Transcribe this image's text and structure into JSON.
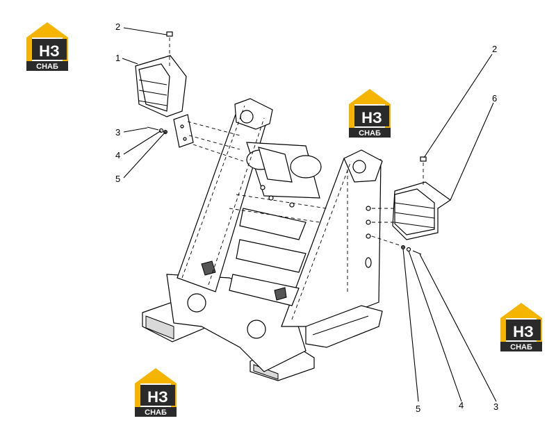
{
  "logo": {
    "letters": "НЗ",
    "word": "СНАБ",
    "colors": {
      "roof": "#f5b400",
      "dark": "#2a2a2a",
      "light": "#ffffff"
    }
  },
  "callouts": {
    "left_2": "2",
    "left_1": "1",
    "left_3": "3",
    "left_4": "4",
    "left_5": "5",
    "right_2": "2",
    "right_6": "6",
    "bottom_5": "5",
    "bottom_4": "4",
    "bottom_3": "3"
  }
}
